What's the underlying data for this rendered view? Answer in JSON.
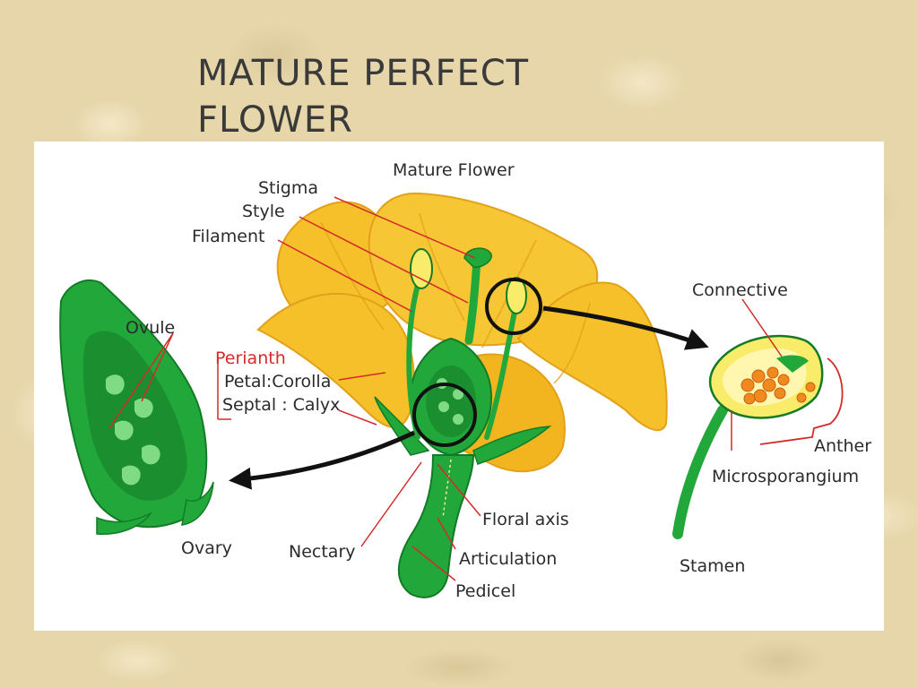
{
  "slide": {
    "title_line1": "MATURE PERFECT",
    "title_line2": "FLOWER"
  },
  "diagram": {
    "heading": "Mature Flower",
    "labels": {
      "stigma": "Stigma",
      "style": "Style",
      "filament": "Filament",
      "ovule": "Ovule",
      "perianth": "Perianth",
      "petal_corolla": "Petal:Corolla",
      "septal_calyx": "Septal : Calyx",
      "ovary": "Ovary",
      "nectary": "Nectary",
      "floral_axis": "Floral axis",
      "articulation": "Articulation",
      "pedicel": "Pedicel",
      "connective": "Connective",
      "anther": "Anther",
      "microsporangium": "Microsporangium",
      "stamen": "Stamen"
    },
    "colors": {
      "petal": "#f5c02a",
      "petal_dark": "#e2a11a",
      "green": "#22a83a",
      "green_dark": "#137a26",
      "leader_line": "#d42a2a",
      "pollen": "#f08a1e",
      "panel_bg": "#ffffff",
      "slide_bg": "#e6d6aa"
    }
  }
}
